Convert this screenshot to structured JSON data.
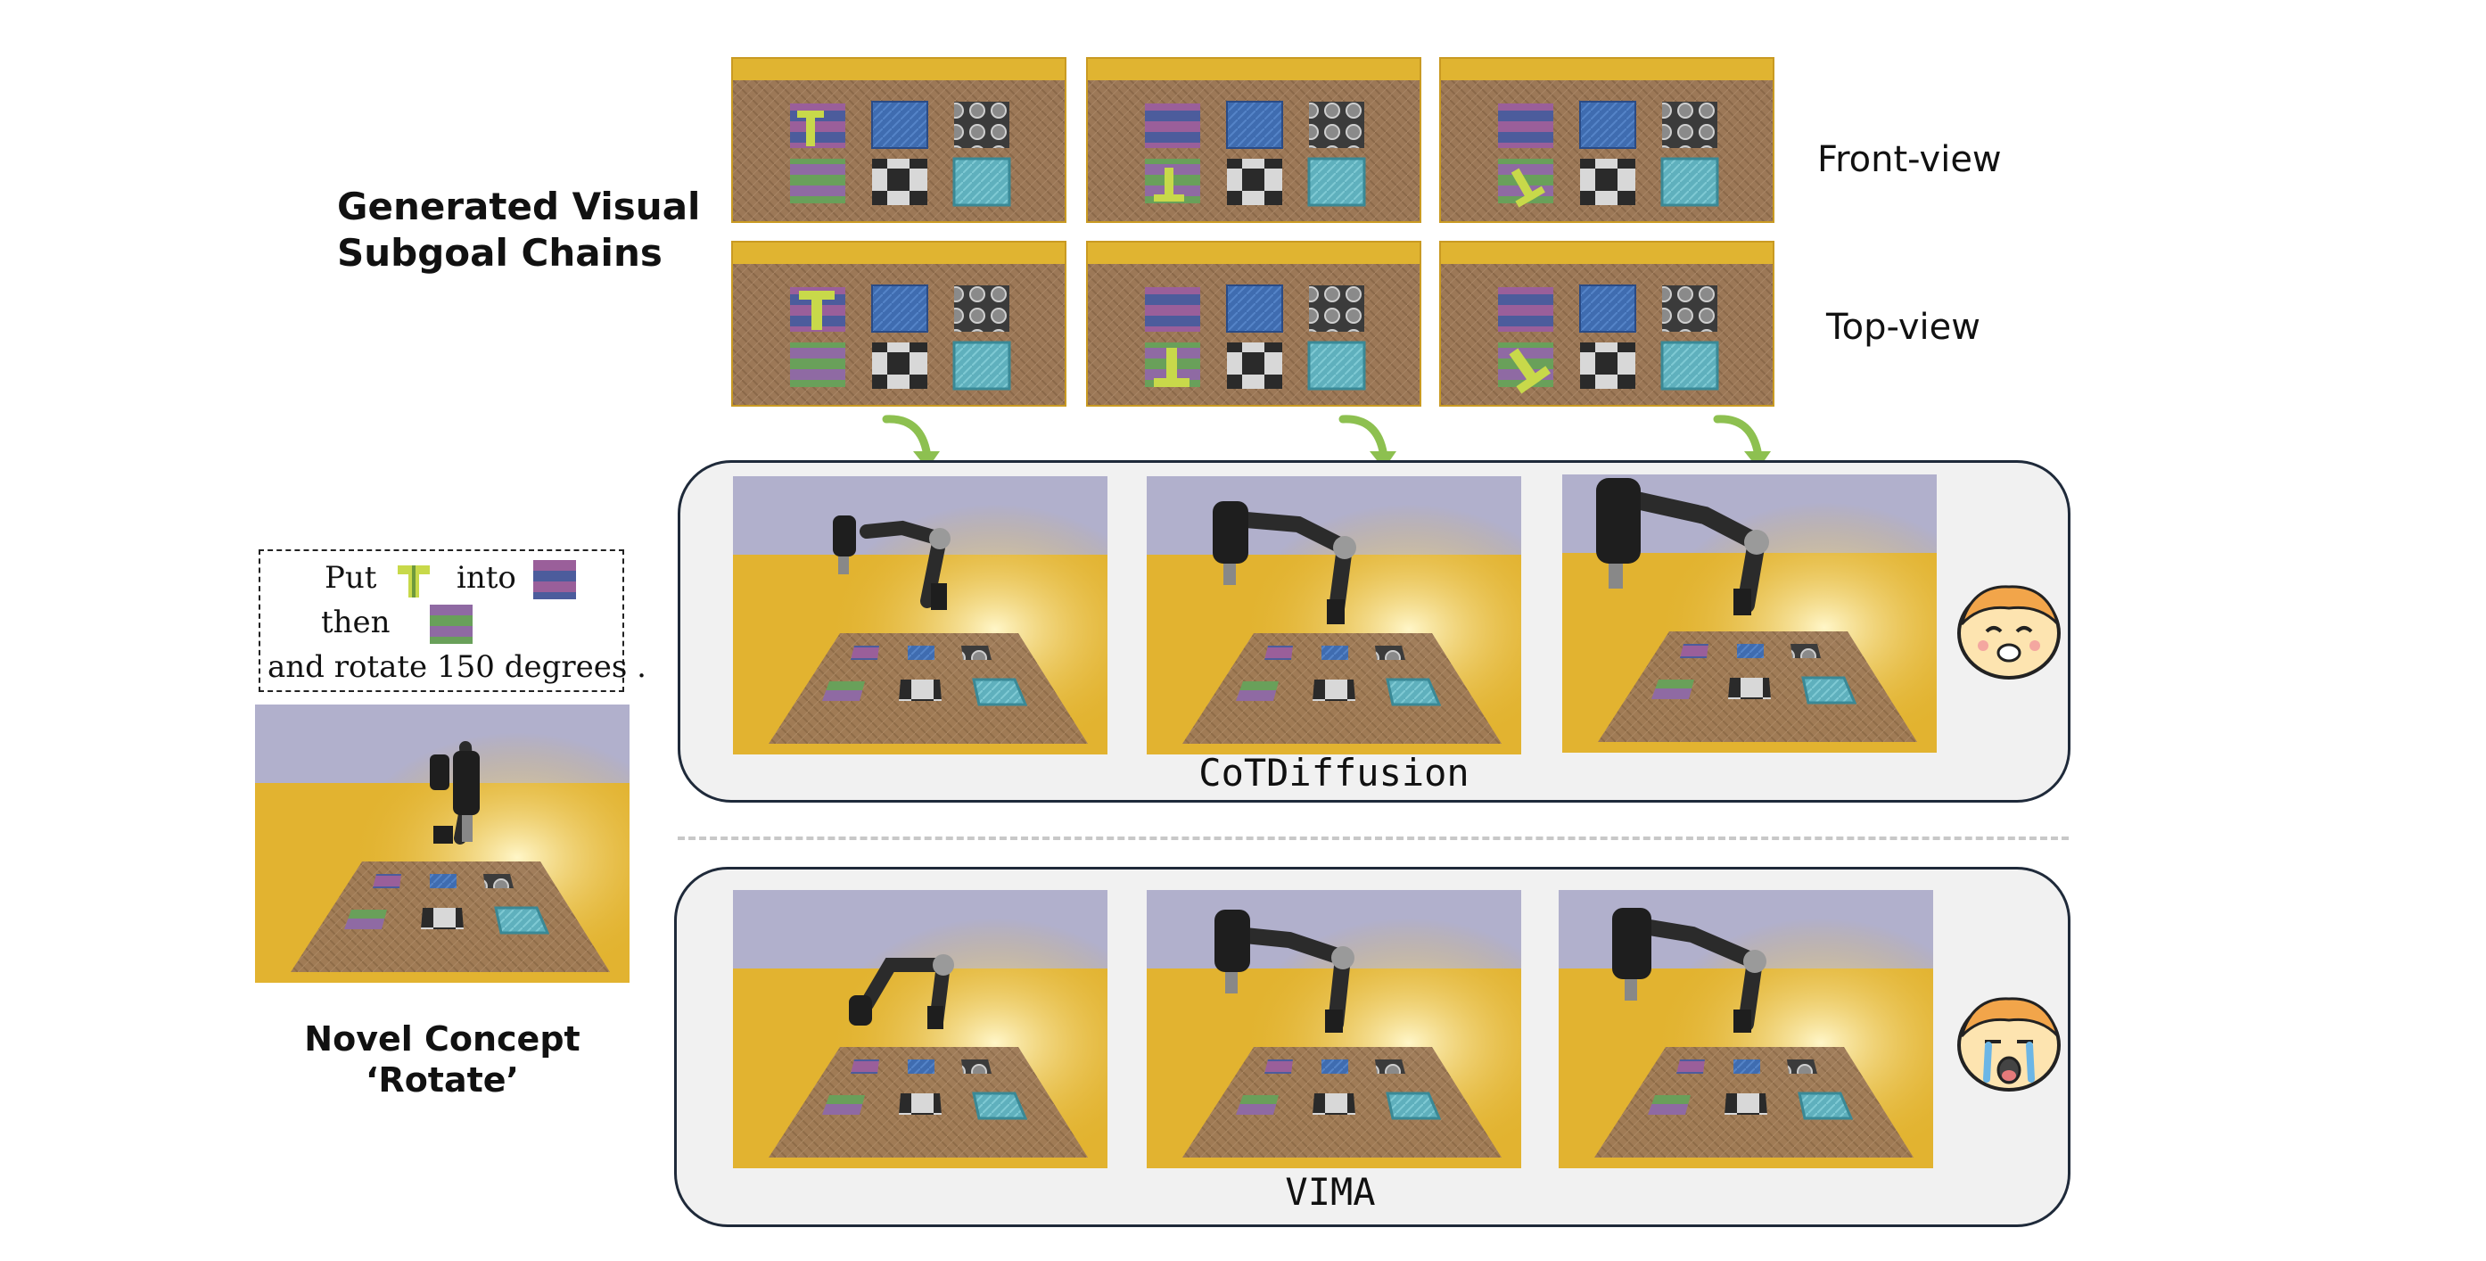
{
  "title_generated": "Generated Visual Subgoal Chains",
  "title_generated_line1": "Generated Visual",
  "title_generated_line2": "Subgoal Chains",
  "view_front": "Front-view",
  "view_top": "Top-view",
  "prompt": {
    "word_put": "Put",
    "word_into": "into",
    "word_then": "then",
    "line_rotate": "and rotate 150 degrees ."
  },
  "novel_concept_line1": "Novel Concept",
  "novel_concept_line2": "‘Rotate’",
  "method_1": "CoTDiffusion",
  "method_2": "VIMA",
  "icons": {
    "happy": "happy-face-icon",
    "crying": "crying-face-icon",
    "arrow": "curved-arrow-icon"
  },
  "colors": {
    "mustard": "#e0b431",
    "wood": "#9a7655",
    "sky": "#b1b0cc",
    "arrow_green": "#8dc050",
    "panel_bg": "#f1f1f1",
    "panel_border": "#1f2a3a"
  }
}
